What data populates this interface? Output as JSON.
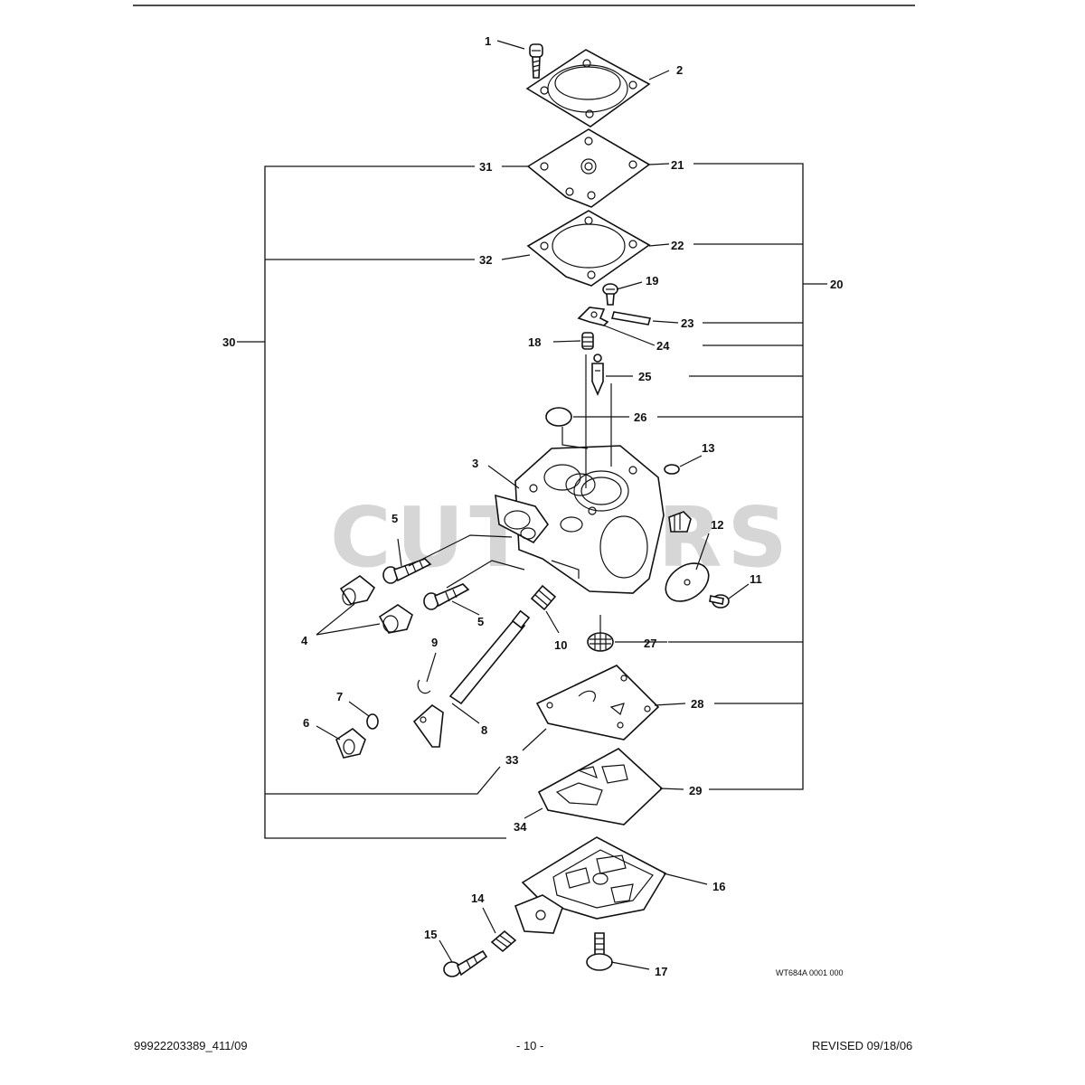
{
  "diagram": {
    "drawing_code": "WT684A 0001 000",
    "watermark": "CUTTERS"
  },
  "footer": {
    "left": "99922203389_411/09",
    "center": "- 10 -",
    "right": "REVISED 09/18/06"
  },
  "callouts": [
    "1",
    "2",
    "21",
    "31",
    "22",
    "32",
    "20",
    "19",
    "23",
    "24",
    "18",
    "25",
    "30",
    "26",
    "3",
    "13",
    "5",
    "12",
    "11",
    "5",
    "4",
    "10",
    "27",
    "9",
    "7",
    "8",
    "28",
    "6",
    "33",
    "29",
    "34",
    "16",
    "14",
    "15",
    "17"
  ]
}
